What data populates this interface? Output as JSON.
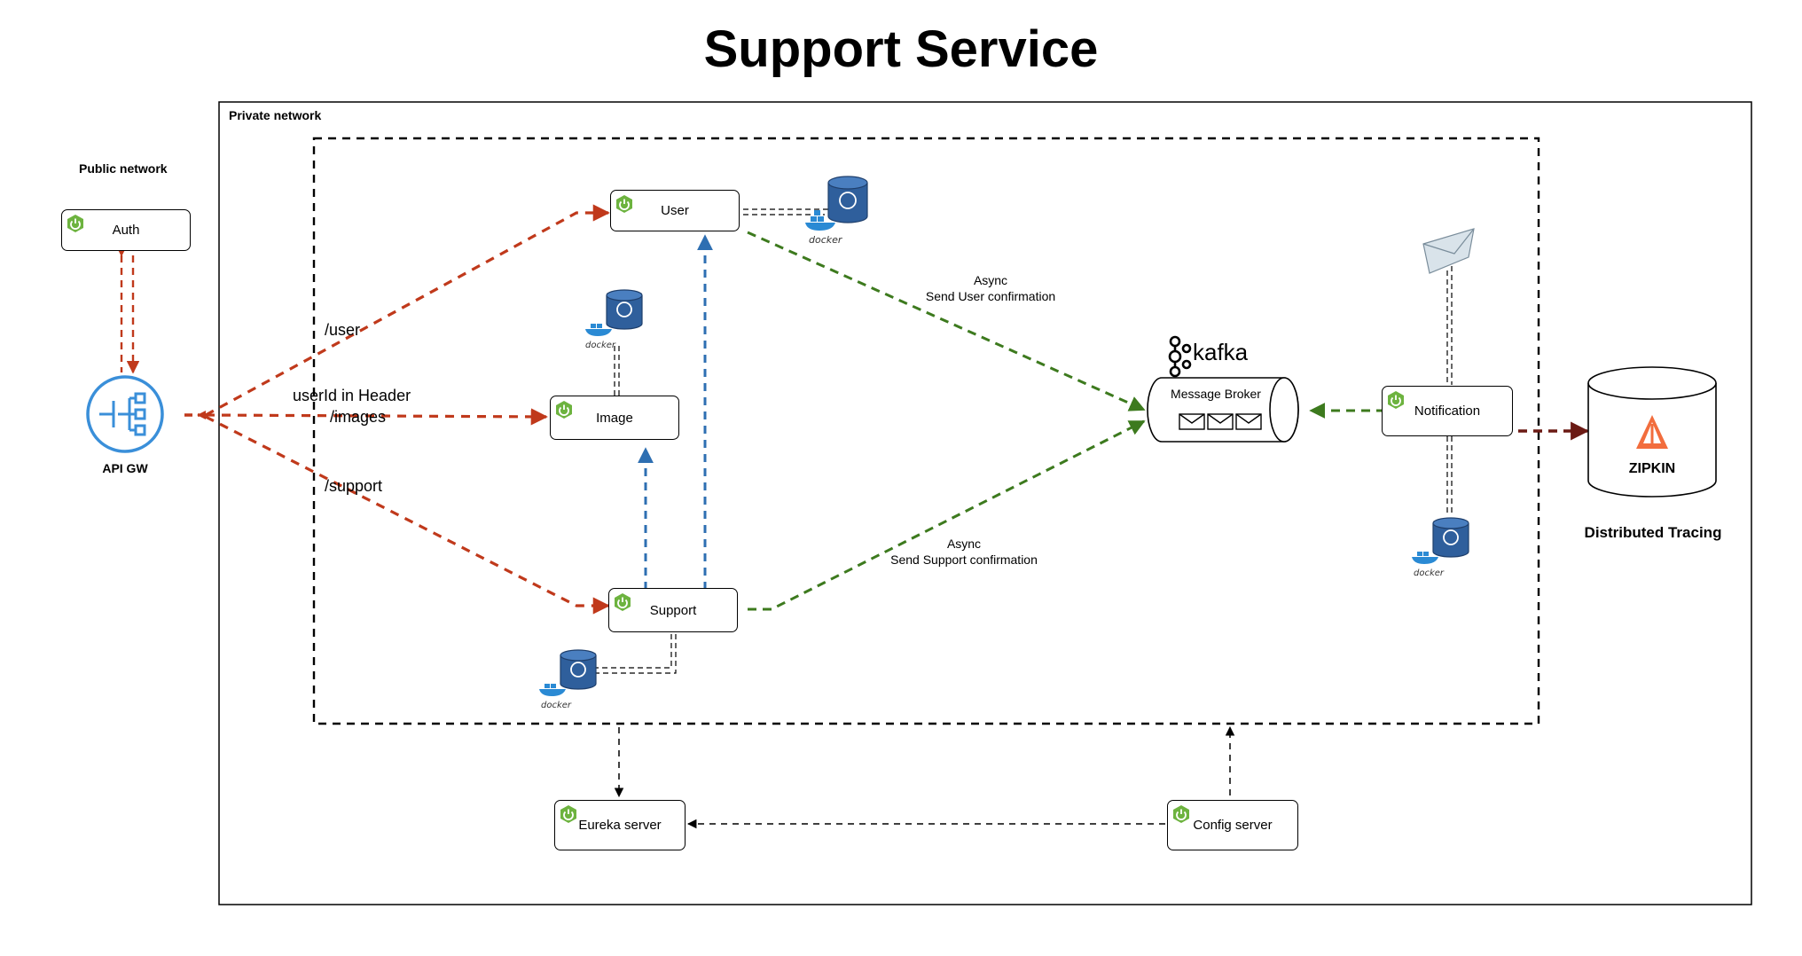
{
  "title": "Support Service",
  "zones": {
    "public": "Public network",
    "private": "Private network"
  },
  "gateway": {
    "label": "API GW",
    "icon": "api-gateway-icon"
  },
  "services": {
    "auth": "Auth",
    "user": "User",
    "image": "Image",
    "support": "Support",
    "notification": "Notification",
    "eureka": "Eureka server",
    "config": "Config server"
  },
  "routes": {
    "user": "/user",
    "header": "userId in Header",
    "images": "/images",
    "support": "/support"
  },
  "async_user": {
    "line1": "Async",
    "line2": "Send User confirmation"
  },
  "async_support": {
    "line1": "Async",
    "line2": "Send Support confirmation"
  },
  "broker": {
    "brand": "kafka",
    "label": "Message Broker"
  },
  "tracing": {
    "logo_text": "ZIPKIN",
    "label": "Distributed Tracing"
  },
  "docker_text": "docker",
  "colors": {
    "route_arrow": "#c0391b",
    "async_arrow": "#3d7a1e",
    "internal_arrow": "#2e6fb2",
    "tracing_arrow": "#6b1a14",
    "spring": "#6db33f",
    "db_blue": "#3a6ea5",
    "zipkin_orange": "#f26d3d"
  },
  "icons": [
    "spring-power-icon",
    "postgres-docker-icon",
    "envelope-icon",
    "kafka-icon",
    "zipkin-icon"
  ]
}
